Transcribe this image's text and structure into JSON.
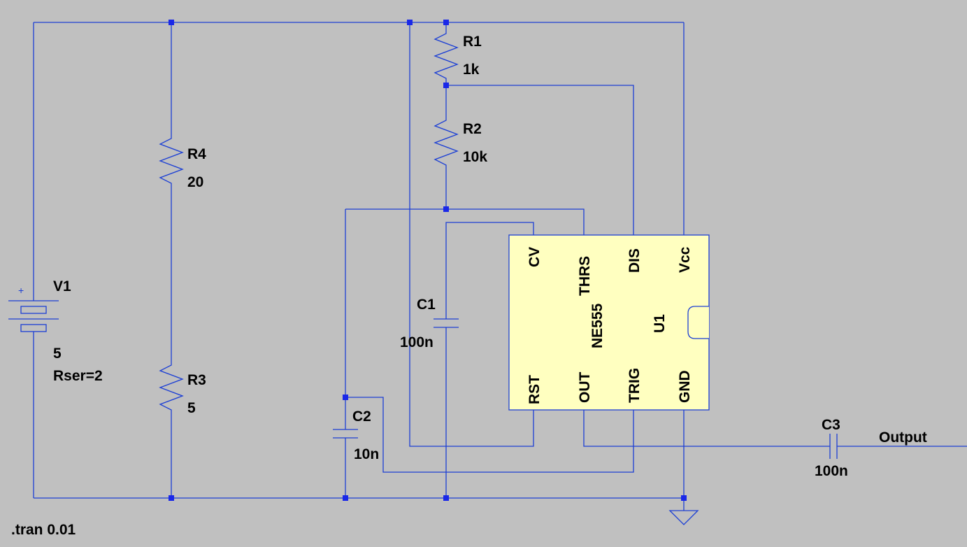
{
  "colors": {
    "background": "#c0c0c0",
    "wire": "#1c3fd4",
    "junction": "#1a28e8",
    "ic_body": "#ffffc0",
    "text": "#000000"
  },
  "components": {
    "V1": {
      "name": "V1",
      "value": "5",
      "param": "Rser=2",
      "plus": "+"
    },
    "R1": {
      "name": "R1",
      "value": "1k"
    },
    "R2": {
      "name": "R2",
      "value": "10k"
    },
    "R3": {
      "name": "R3",
      "value": "5"
    },
    "R4": {
      "name": "R4",
      "value": "20"
    },
    "C1": {
      "name": "C1",
      "value": "100n"
    },
    "C2": {
      "name": "C2",
      "value": "10n"
    },
    "C3": {
      "name": "C3",
      "value": "100n"
    },
    "U1": {
      "name": "U1",
      "part": "NE555",
      "pins": {
        "cv": "CV",
        "thrs": "THRS",
        "dis": "DIS",
        "vcc": "Vcc",
        "rst": "RST",
        "out": "OUT",
        "trig": "TRIG",
        "gnd": "GND"
      }
    }
  },
  "net_labels": {
    "output": "Output"
  },
  "directive": ".tran 0.01"
}
